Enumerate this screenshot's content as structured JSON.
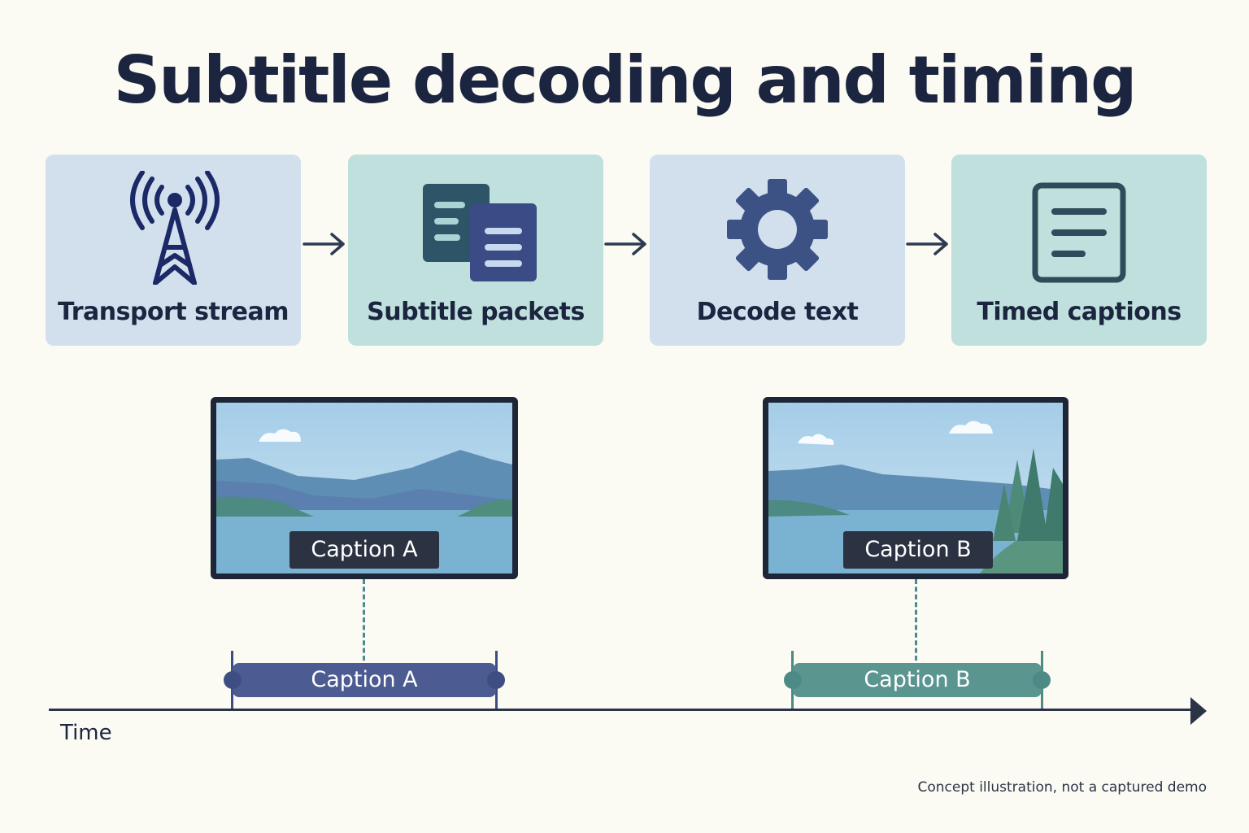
{
  "title": "Subtitle decoding and timing",
  "pipeline": [
    {
      "label": "Transport stream",
      "icon": "broadcast-tower-icon",
      "color": "#d2e0ee"
    },
    {
      "label": "Subtitle packets",
      "icon": "packets-icon",
      "color": "#bfe0dc"
    },
    {
      "label": "Decode text",
      "icon": "gear-icon",
      "color": "#d2e0ee"
    },
    {
      "label": "Timed captions",
      "icon": "caption-document-icon",
      "color": "#bfe0dc"
    }
  ],
  "screens": [
    {
      "caption": "Caption A"
    },
    {
      "caption": "Caption B"
    }
  ],
  "timeline": {
    "axis_label": "Time",
    "bars": [
      {
        "label": "Caption A",
        "color": "#4c5b91"
      },
      {
        "label": "Caption B",
        "color": "#5a9590"
      }
    ]
  },
  "footnote": "Concept illustration, not a captured demo"
}
